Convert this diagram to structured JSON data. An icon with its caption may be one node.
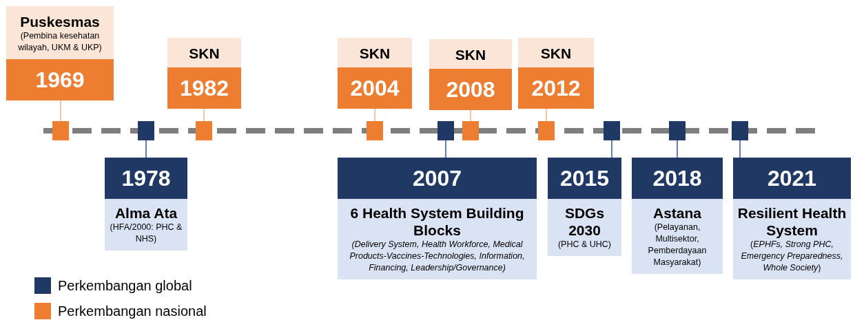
{
  "diagram": {
    "nodes": [
      {
        "text": [
          "Puskesmas",
          "(Pembina kesehatan wilayah, UKM & UKP)",
          "1969"
        ]
      },
      {
        "text": [
          "SKN",
          "1982"
        ]
      },
      {
        "text": [
          "SKN",
          "2004"
        ]
      },
      {
        "text": [
          "SKN",
          "2008"
        ]
      },
      {
        "text": [
          "SKN",
          "2012"
        ]
      },
      {
        "text": [
          "1978",
          "Alma Ata",
          "(HFA/2000: PHC & NHS)"
        ]
      },
      {
        "text": [
          "2007",
          "6 Health System Building Blocks",
          "(Delivery System, Health Workforce, Medical Products-Vaccines-Technologies, Information, Financing, Leadership/Governance)"
        ]
      },
      {
        "text": [
          "2015",
          "SDGs 2030",
          "(PHC & UHC)"
        ]
      },
      {
        "text": [
          "2018",
          "Astana",
          "(Pelayanan, Multisektor, Pemberdayaan Masyarakat)"
        ]
      },
      {
        "text": [
          "2021",
          "Resilient Health System",
          "(*EPHFs, Strong PHC, Emergency Preparedness, Whole Society*)"
        ]
      },
      {
        "text": [],
        "shape": "box"
      },
      {
        "text": [],
        "shape": "box"
      },
      {
        "text": [],
        "shape": "box"
      },
      {
        "text": [],
        "shape": "box"
      },
      {
        "text": [],
        "shape": "box"
      },
      {
        "text": [],
        "shape": "box"
      },
      {
        "text": [],
        "shape": "box"
      },
      {
        "text": [],
        "shape": "box"
      },
      {
        "text": [],
        "shape": "box"
      },
      {
        "text": [],
        "shape": "box"
      }
    ],
    "edges": [
      {
        "from": 0,
        "to": 10,
        "arrow": "none"
      },
      {
        "from": 5,
        "to": 11,
        "arrow": "none",
        "color": "#2f5597"
      },
      {
        "from": 1,
        "to": 12,
        "arrow": "none"
      },
      {
        "from": 2,
        "to": 13,
        "arrow": "none"
      },
      {
        "from": 6,
        "to": 14,
        "arrow": "none",
        "color": "#2f5597"
      },
      {
        "from": 3,
        "to": 15,
        "arrow": "none"
      },
      {
        "from": 4,
        "to": 16,
        "arrow": "none"
      },
      {
        "from": 7,
        "to": 17,
        "arrow": "none",
        "color": "#2f5597"
      },
      {
        "from": 8,
        "to": 18,
        "arrow": "none",
        "color": "#2f5597"
      },
      {
        "from": 9,
        "to": 19,
        "arrow": "none",
        "color": "#2f5597"
      }
    ],
    "legend": [
      {
        "text": "Perkembangan global",
        "color": "#203864"
      },
      {
        "text": "Perkembangan nasional",
        "color": "#ed7d31"
      }
    ]
  }
}
